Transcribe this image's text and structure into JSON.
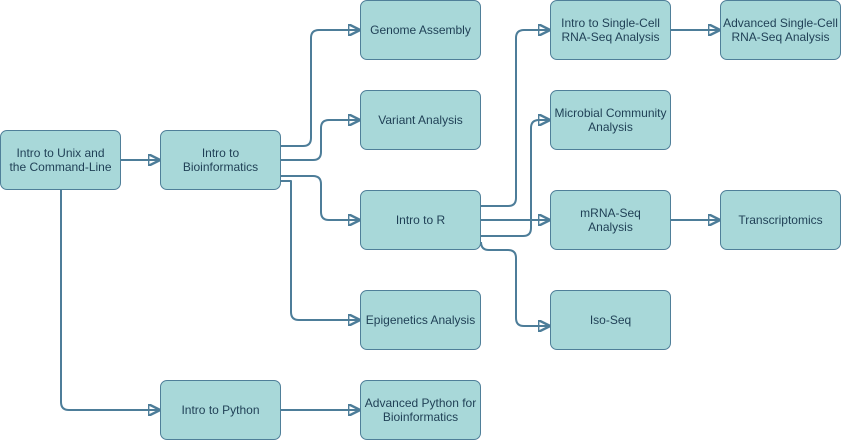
{
  "diagram": {
    "nodes": {
      "unix": "Intro to Unix and\nthe Command-Line",
      "bioinf": "Intro to\nBioinformatics",
      "genome": "Genome Assembly",
      "variant": "Variant Analysis",
      "intro_r": "Intro to R",
      "epigen": "Epigenetics Analysis",
      "python": "Intro to Python",
      "adv_python": "Advanced Python for\nBioinformatics",
      "sc_rna": "Intro to Single-Cell\nRNA-Seq Analysis",
      "adv_sc_rna": "Advanced Single-Cell\nRNA-Seq Analysis",
      "microbial": "Microbial Community\nAnalysis",
      "mrna": "mRNA-Seq\nAnalysis",
      "transcriptomics": "Transcriptomics",
      "isoseq": "Iso-Seq"
    },
    "edges": [
      [
        "unix",
        "bioinf"
      ],
      [
        "unix",
        "python"
      ],
      [
        "bioinf",
        "genome"
      ],
      [
        "bioinf",
        "variant"
      ],
      [
        "bioinf",
        "intro_r"
      ],
      [
        "bioinf",
        "epigen"
      ],
      [
        "python",
        "adv_python"
      ],
      [
        "intro_r",
        "sc_rna"
      ],
      [
        "intro_r",
        "microbial"
      ],
      [
        "intro_r",
        "mrna"
      ],
      [
        "intro_r",
        "isoseq"
      ],
      [
        "sc_rna",
        "adv_sc_rna"
      ],
      [
        "mrna",
        "transcriptomics"
      ]
    ],
    "colors": {
      "node_fill": "#a8d8d9",
      "node_border": "#4f7f99",
      "edge": "#4d7d99",
      "text": "#1f3f55"
    }
  }
}
